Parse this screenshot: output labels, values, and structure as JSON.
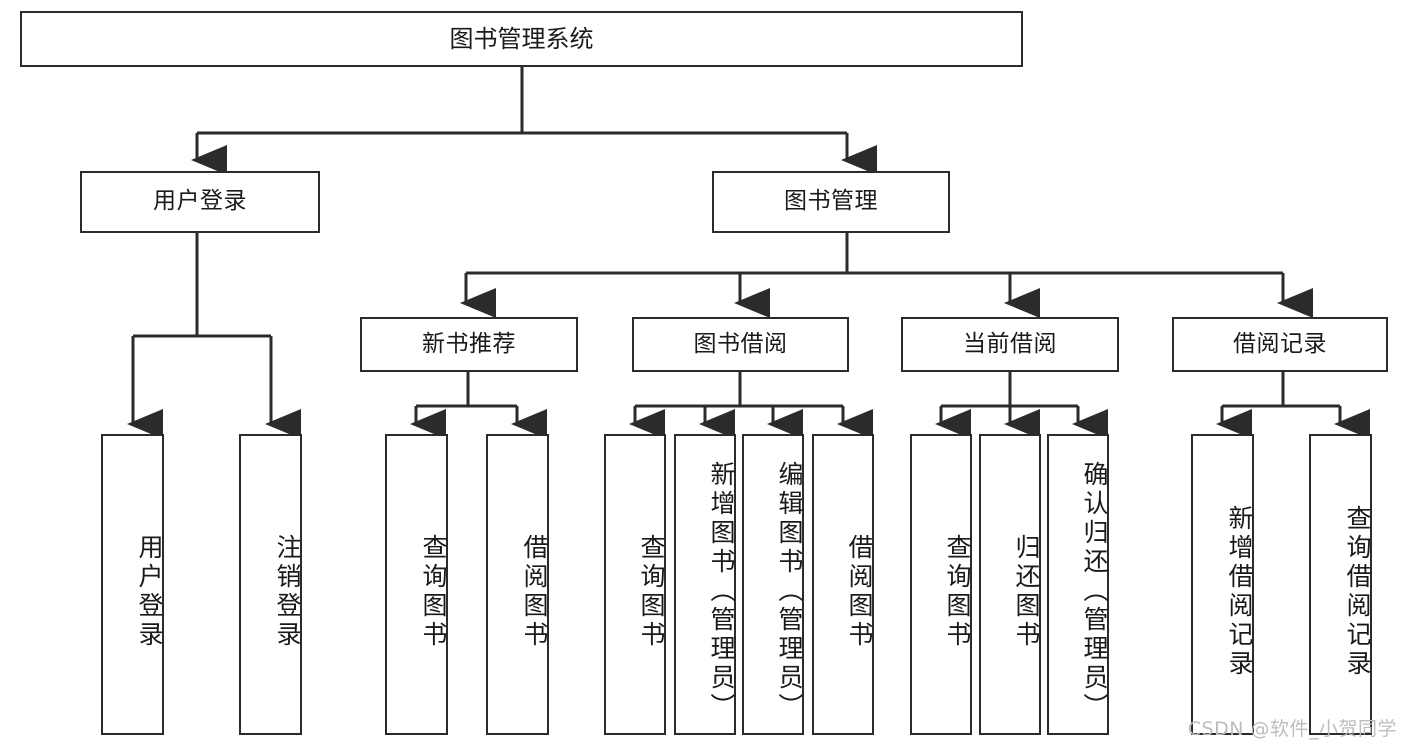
{
  "diagram": {
    "title": "图书管理系统",
    "type": "tree-structure-chart",
    "root": {
      "label": "图书管理系统"
    },
    "level2": [
      {
        "label": "用户登录"
      },
      {
        "label": "图书管理"
      }
    ],
    "level3": [
      {
        "label": "新书推荐"
      },
      {
        "label": "图书借阅"
      },
      {
        "label": "当前借阅"
      },
      {
        "label": "借阅记录"
      }
    ],
    "leaves": {
      "user_login": [
        {
          "label": "用户登录"
        },
        {
          "label": "注销登录"
        }
      ],
      "new_book_recommend": [
        {
          "label": "查询图书"
        },
        {
          "label": "借阅图书"
        }
      ],
      "book_borrow": [
        {
          "label": "查询图书"
        },
        {
          "label": "新增图书（管理员）"
        },
        {
          "label": "编辑图书（管理员）"
        },
        {
          "label": "借阅图书"
        }
      ],
      "current_borrow": [
        {
          "label": "查询图书"
        },
        {
          "label": "归还图书"
        },
        {
          "label": "确认归还（管理员）"
        }
      ],
      "borrow_record": [
        {
          "label": "新增借阅记录"
        },
        {
          "label": "查询借阅记录"
        }
      ]
    }
  },
  "watermark": {
    "text": "CSDN @软件_小贺同学"
  },
  "colors": {
    "stroke": "#2b2b2b",
    "background": "#ffffff",
    "text": "#1a1a1a",
    "watermark": "#bdbdbd"
  }
}
